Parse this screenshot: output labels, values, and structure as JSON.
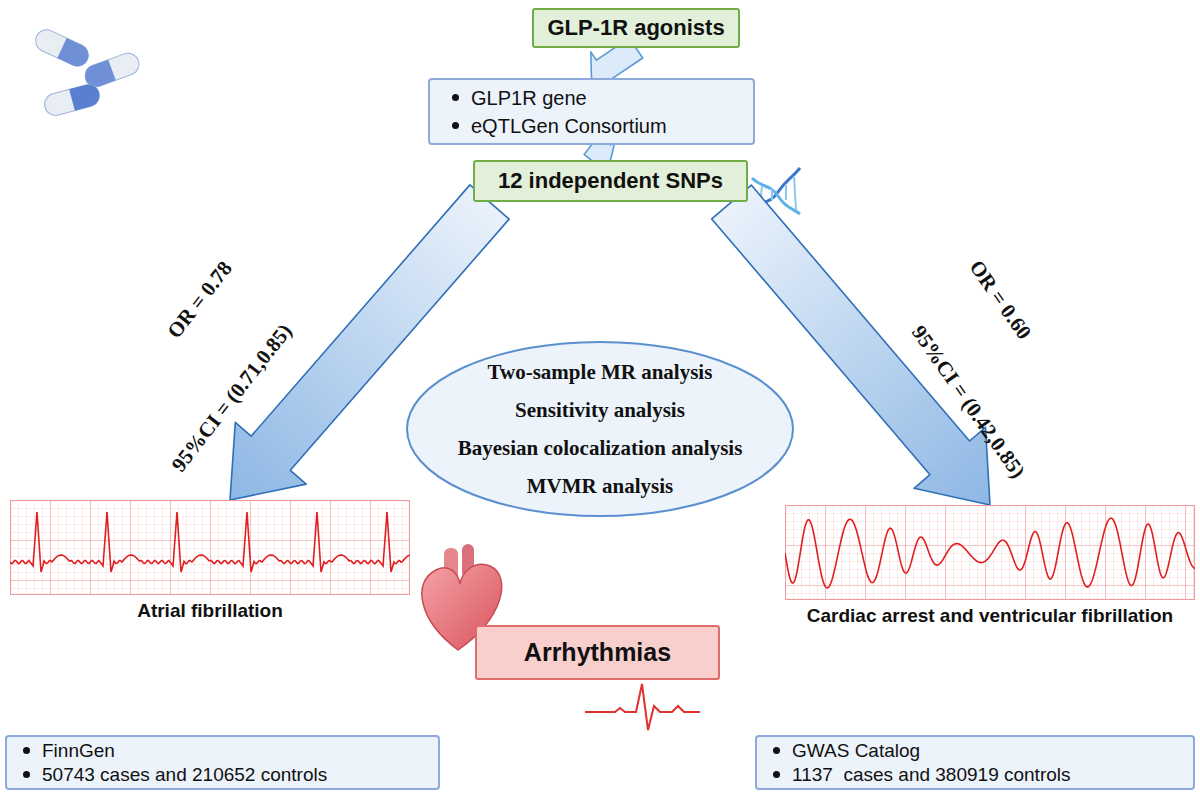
{
  "diagram": {
    "nodes": [
      {
        "text": [
          "GLP-1R agonists"
        ]
      },
      {
        "text": [
          "GLP1R gene",
          "eQTLGen Consortium"
        ]
      },
      {
        "text": [
          "12 independent SNPs"
        ]
      },
      {
        "text": [
          "Two-sample MR analysis",
          "Sensitivity analysis",
          "Bayesian colocalization analysis",
          "MVMR analysis"
        ]
      },
      {
        "text": [
          "Atrial fibrillation"
        ]
      },
      {
        "text": [
          "Cardiac arrest and ventricular fibrillation"
        ]
      },
      {
        "text": [
          "Arrhythmias"
        ]
      },
      {
        "text": [
          "FinnGen",
          "50743 cases and 210652 controls"
        ]
      },
      {
        "text": [
          "GWAS Catalog",
          "1137  cases and 380919 controls"
        ]
      }
    ],
    "edges": [
      {
        "from": 0,
        "to": 1,
        "arrow": "to"
      },
      {
        "from": 1,
        "to": 2,
        "arrow": "to"
      },
      {
        "from": 2,
        "to": 4,
        "arrow": "to"
      },
      {
        "from": 2,
        "to": 5,
        "arrow": "to"
      }
    ],
    "labels": [
      "OR = 0.78",
      "95%CI = (0.71,0.85)",
      "OR = 0.60",
      "95%CI = (0.42,0.85)"
    ]
  }
}
